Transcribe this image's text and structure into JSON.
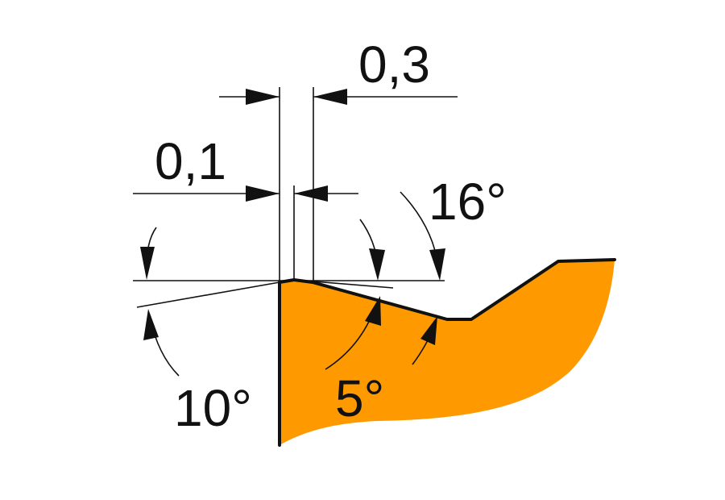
{
  "dimensions": {
    "offset_0_3": "0,3",
    "offset_0_1": "0,1",
    "angle_16": "16°",
    "angle_10": "10°",
    "angle_5": "5°"
  },
  "colors": {
    "tool_fill": "#FF9900",
    "line": "#111111",
    "background": "#FFFFFF"
  }
}
